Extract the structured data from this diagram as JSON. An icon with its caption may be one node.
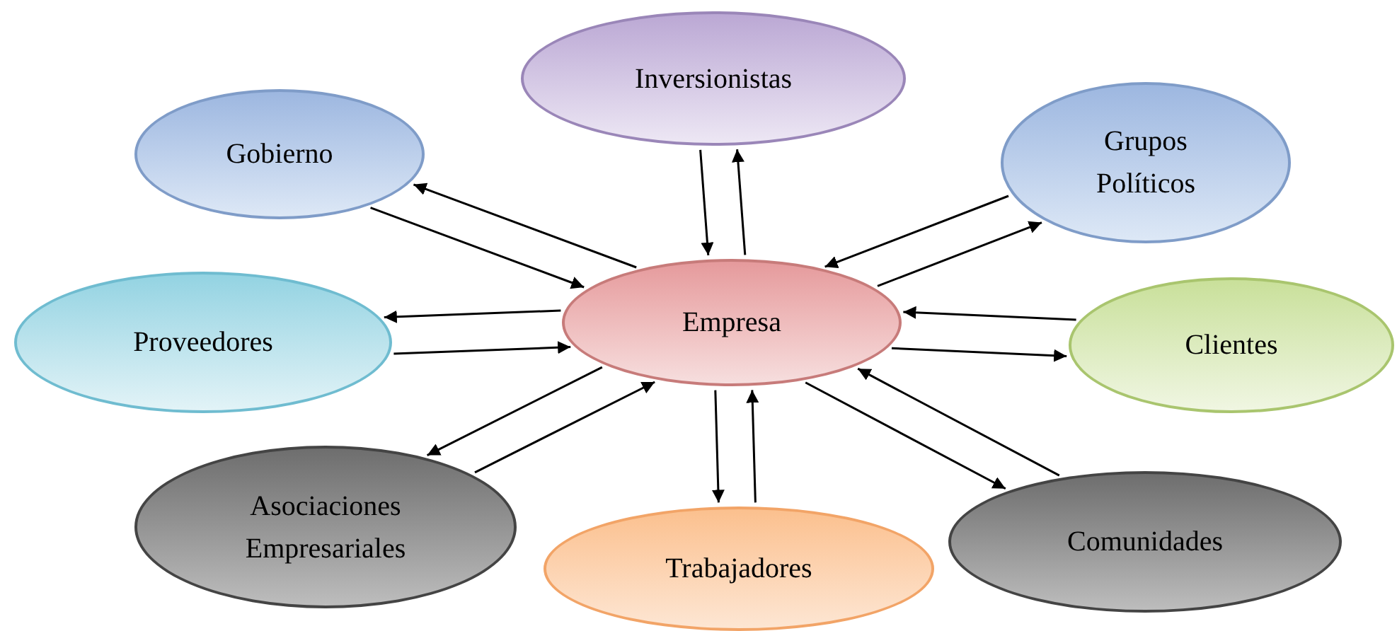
{
  "diagram": {
    "nodes": [
      {
        "text": [
          "Empresa"
        ]
      },
      {
        "text": [
          "Inversionistas"
        ]
      },
      {
        "text": [
          "Gobierno"
        ]
      },
      {
        "text": [
          "Grupos Políticos"
        ]
      },
      {
        "text": [
          "Proveedores"
        ]
      },
      {
        "text": [
          "Clientes"
        ]
      },
      {
        "text": [
          "Asociaciones Empresariales"
        ]
      },
      {
        "text": [
          "Trabajadores"
        ]
      },
      {
        "text": [
          "Comunidades"
        ]
      }
    ],
    "edges": [
      {
        "from": 1,
        "to": 0,
        "arrow": "to"
      },
      {
        "from": 0,
        "to": 1,
        "arrow": "to"
      },
      {
        "from": 2,
        "to": 0,
        "arrow": "to"
      },
      {
        "from": 0,
        "to": 2,
        "arrow": "to"
      },
      {
        "from": 0,
        "to": 3,
        "arrow": "to"
      },
      {
        "from": 3,
        "to": 0,
        "arrow": "to"
      },
      {
        "from": 4,
        "to": 0,
        "arrow": "to"
      },
      {
        "from": 0,
        "to": 4,
        "arrow": "to"
      },
      {
        "from": 0,
        "to": 5,
        "arrow": "to"
      },
      {
        "from": 5,
        "to": 0,
        "arrow": "to"
      },
      {
        "from": 0,
        "to": 6,
        "arrow": "to"
      },
      {
        "from": 6,
        "to": 0,
        "arrow": "to"
      },
      {
        "from": 0,
        "to": 7,
        "arrow": "to"
      },
      {
        "from": 7,
        "to": 0,
        "arrow": "to"
      },
      {
        "from": 0,
        "to": 8,
        "arrow": "to"
      },
      {
        "from": 8,
        "to": 0,
        "arrow": "to"
      }
    ]
  }
}
